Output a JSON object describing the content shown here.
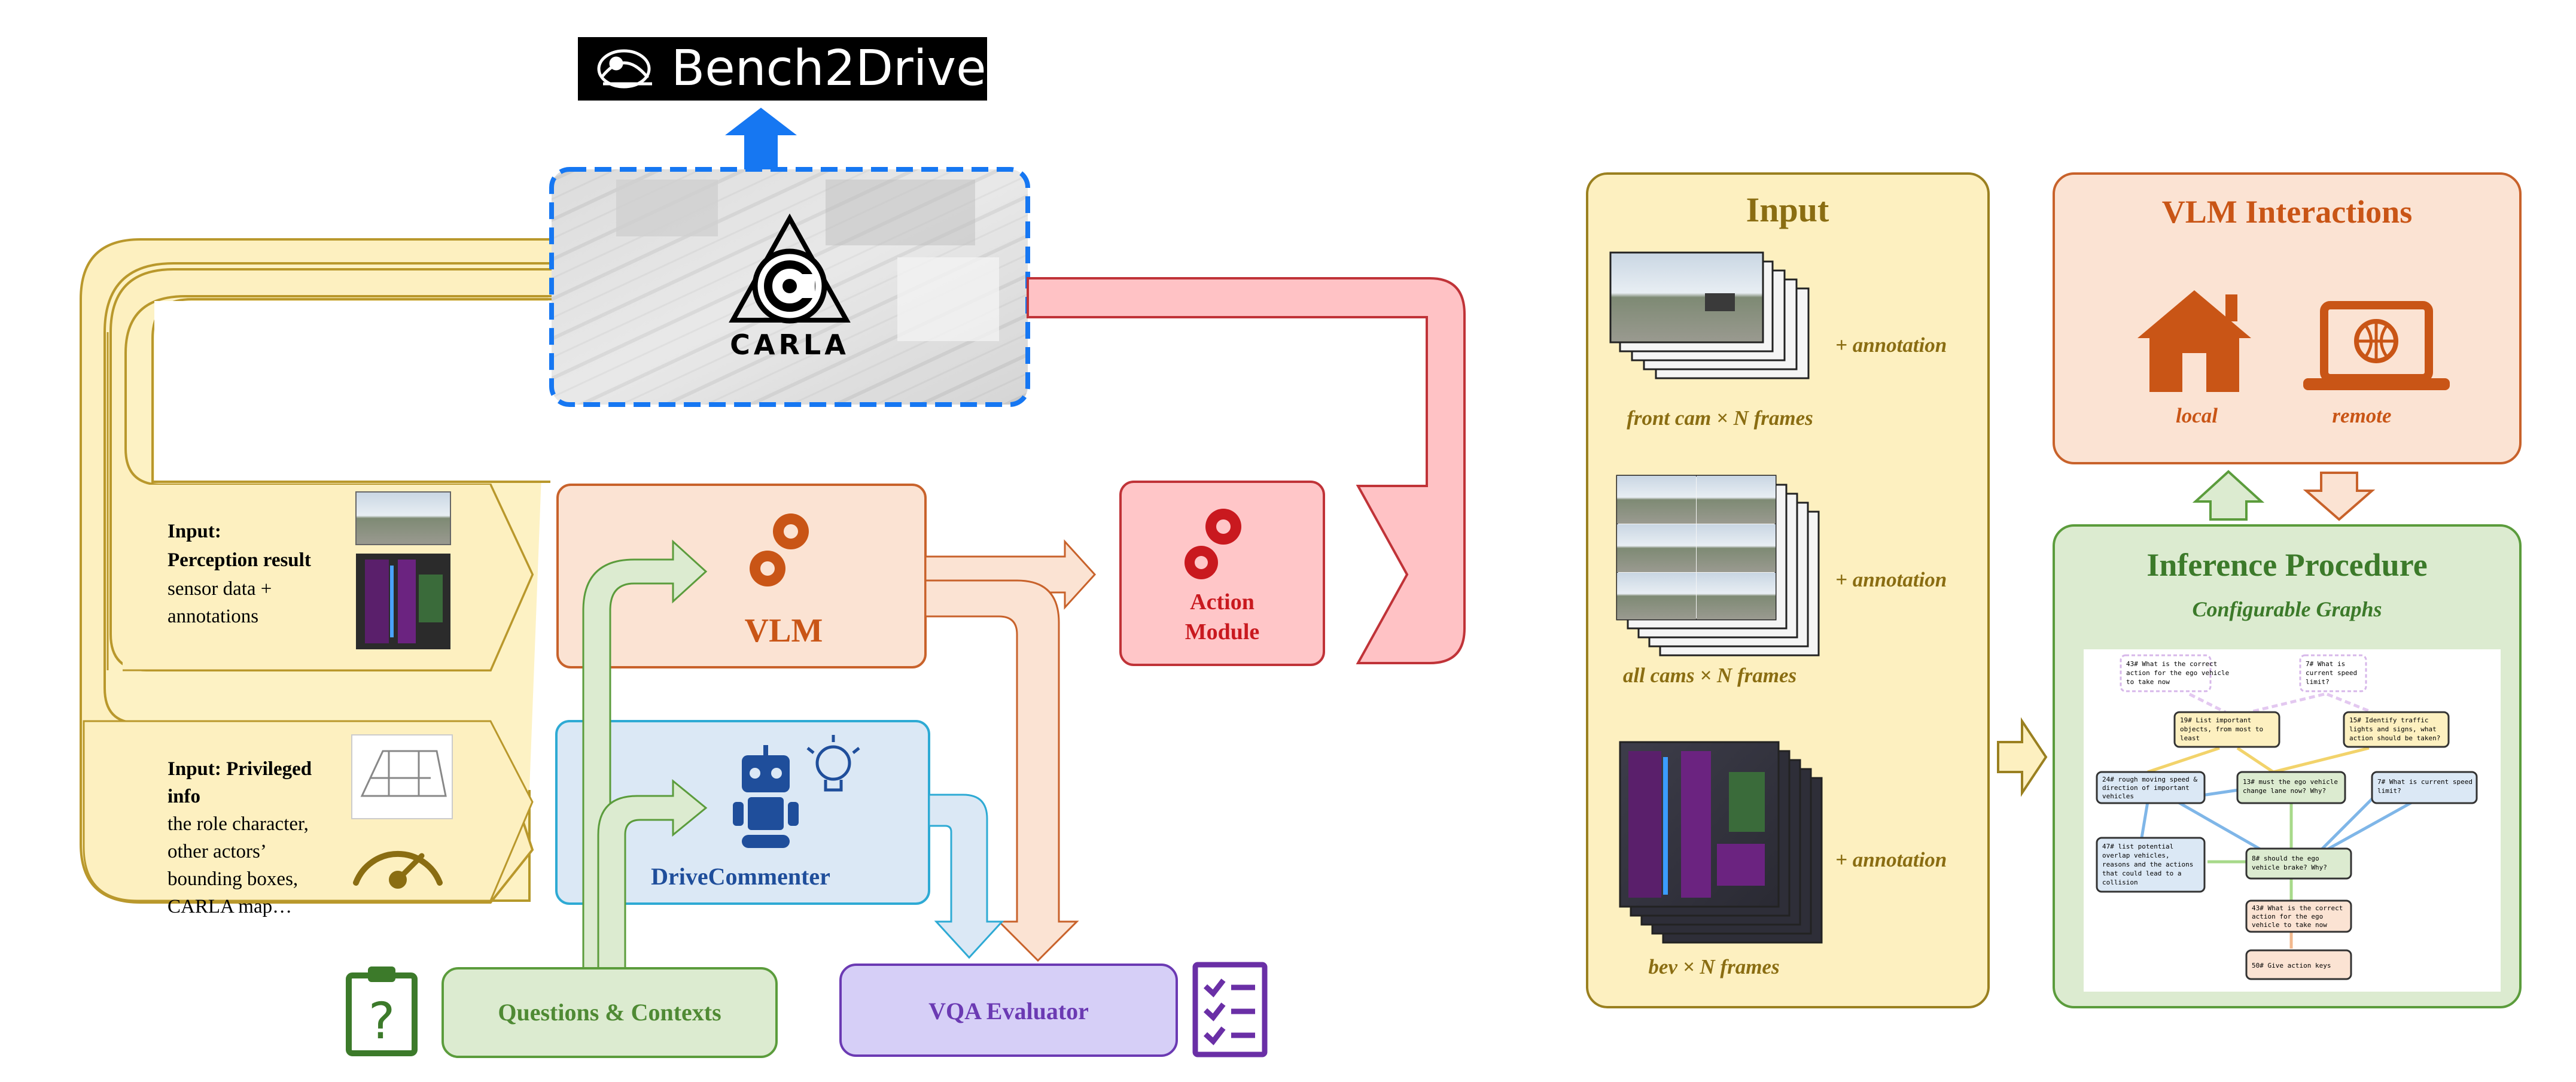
{
  "bench2drive": {
    "label": "Bench2Drive"
  },
  "carla": {
    "label": "CARLA"
  },
  "input_perception": {
    "title": "Input:",
    "subtitle": "Perception result",
    "line1": "sensor data +",
    "line2": "annotations"
  },
  "input_privileged": {
    "title1": "Input: Privileged",
    "title2": "info",
    "line1": "the role character,",
    "line2": "other actors’",
    "line3": "bounding boxes,",
    "line4": "CARLA map…"
  },
  "vlm": {
    "label": "VLM"
  },
  "action_module": {
    "line1": "Action",
    "line2": "Module"
  },
  "drive_commenter": {
    "label": "DriveCommenter"
  },
  "questions": {
    "label": "Questions & Contexts"
  },
  "vqa": {
    "label": "VQA Evaluator"
  },
  "input_panel": {
    "title": "Input",
    "annotation": "+ annotation",
    "front_cam": "front cam  × N frames",
    "all_cams": "all cams  × N frames",
    "bev": "bev × N frames"
  },
  "vlm_interactions": {
    "title": "VLM Interactions",
    "local": "local",
    "remote": "remote"
  },
  "inference": {
    "title": "Inference Procedure",
    "subtitle": "Configurable Graphs",
    "nodes": [
      {
        "line1": "43# What is the correct",
        "line2": "action for the ego vehicle",
        "line3": "to take now"
      },
      {
        "line1": "7# What is",
        "line2": "current speed",
        "line3": "limit?"
      },
      {
        "line1": "19# List important",
        "line2": "objects, from most to",
        "line3": "least"
      },
      {
        "line1": "15# Identify traffic",
        "line2": "lights and signs, what",
        "line3": "action should be taken?"
      },
      {
        "line1": "24# rough moving speed &",
        "line2": "direction of important",
        "line3": "vehicles"
      },
      {
        "line1": "13# must the ego vehicle",
        "line2": "change lane now? Why?",
        "line3": ""
      },
      {
        "line1": "7# What is current speed",
        "line2": "limit?",
        "line3": ""
      },
      {
        "line1": "47# list potential",
        "line2": "overlap vehicles,",
        "line3": "reasons and the actions"
      },
      {
        "line1": "8# should the ego",
        "line2": "vehicle brake? Why?",
        "line3": ""
      },
      {
        "line1": "43# What is the correct",
        "line2": "action for the ego",
        "line3": "vehicle to take now"
      },
      {
        "line1": "50# Give action keys",
        "line2": "",
        "line3": ""
      }
    ],
    "node7_extra1": "that could lead to a",
    "node7_extra2": "collision"
  }
}
